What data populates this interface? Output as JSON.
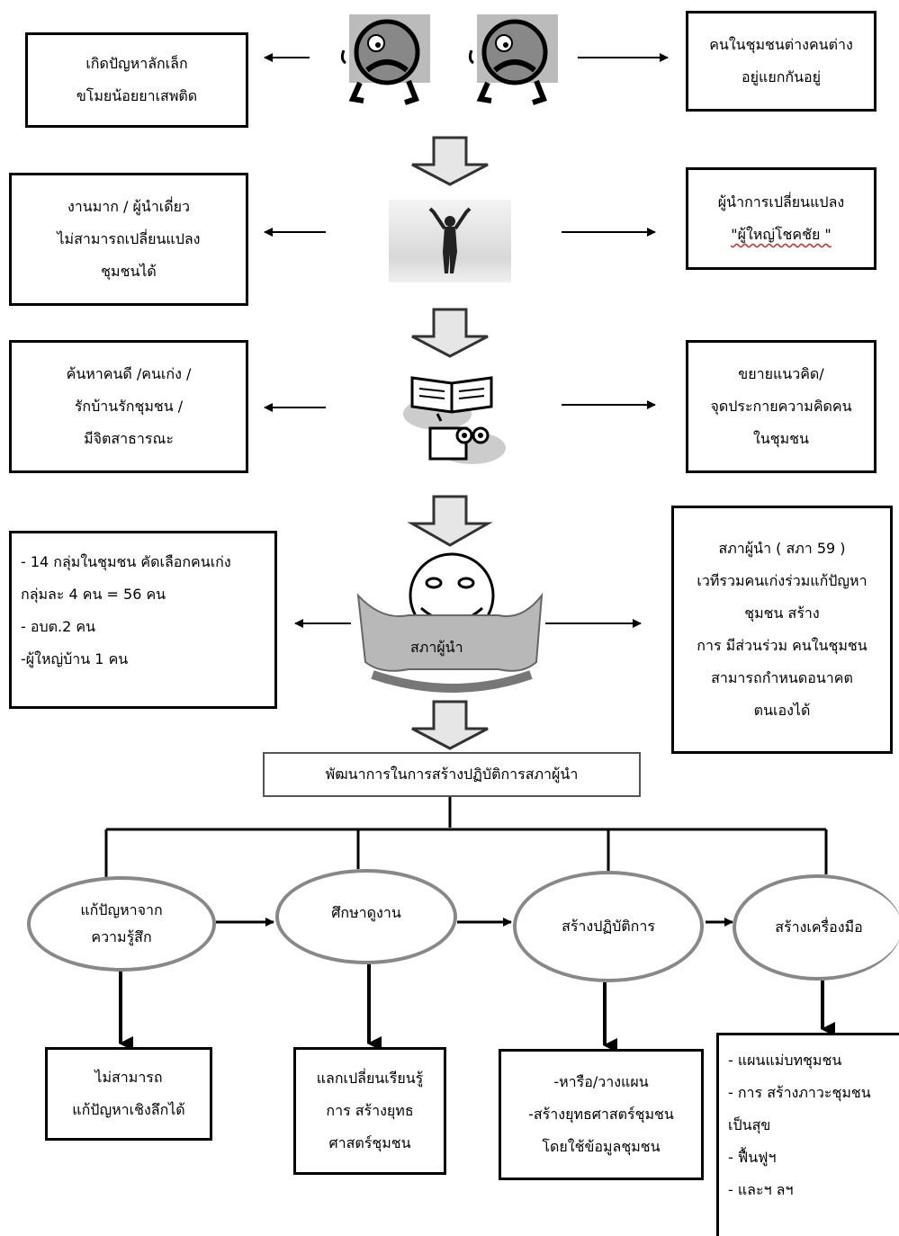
{
  "row1": {
    "left": [
      "เกิดปัญหาลักเล็ก",
      "ขโมยน้อยยาเสพติด"
    ],
    "right": [
      "คนในชุมชนต่างคนต่าง",
      "อยู่แยกกันอยู่"
    ]
  },
  "row2": {
    "left": [
      "งานมาก / ผู้นำเดี่ยว",
      "ไม่สามารถเปลี่ยนแปลง",
      "ชุมชนได้"
    ],
    "right_line1": "ผู้นำการเปลี่ยนแปลง",
    "right_line2": "\"ผู้ใหญ่โชคชัย \""
  },
  "row3": {
    "left": [
      "ค้นหาคนดี /คนเก่ง /",
      "รักบ้านรักชุมชน /",
      "มีจิตสาธารณะ"
    ],
    "right": [
      "ขยายแนวคิด/",
      "จุดประกายความคิดคน",
      "ในชุมชน"
    ]
  },
  "row4": {
    "left": [
      "- 14 กลุ่มในชุมชน คัดเลือกคนเก่ง",
      "กลุ่มละ 4 คน = 56 คน",
      "- อบต.2 คน",
      "-ผู้ใหญ่บ้าน 1 คน"
    ],
    "center_label": "สภาผู้นำ",
    "right": [
      "สภาผู้นำ ( สภา 59 )",
      "เวทีรวมคนเก่งร่วมแก้ปัญหา",
      "ชุมชน สร้าง",
      "การ มีส่วนร่วม คนในชุมชน",
      "สามารถกำหนดอนาคต",
      "ตนเองได้"
    ]
  },
  "development_box": "พัฒนาการในการสร้างปฏิบัติการสภาผู้นำ",
  "stages": [
    {
      "oval": [
        "แก้ปัญหาจาก",
        "ความรู้สึก"
      ],
      "result": [
        "ไม่สามารถ",
        "แก้ปัญหาเชิงลึกได้"
      ]
    },
    {
      "oval": [
        "ศึกษาดูงาน"
      ],
      "result": [
        "แลกเปลี่ยนเรียนรู้",
        "การ สร้างยุทธ",
        "ศาสตร์ชุมชน"
      ]
    },
    {
      "oval": [
        "สร้างปฏิบัติการ"
      ],
      "result": [
        "-หารือ/วางแผน",
        "-สร้างยุทธศาสตร์ชุมชน",
        "โดยใช้ข้อมูลชุมชน"
      ]
    },
    {
      "oval": [
        "สร้างเครื่องมือ"
      ],
      "result": [
        "- แผนแม่บทชุมชน",
        "- การ สร้างภาวะชุมชน",
        "เป็นสุข",
        "- ฟื้นฟูฯ",
        "- และฯ ลฯ"
      ]
    }
  ]
}
